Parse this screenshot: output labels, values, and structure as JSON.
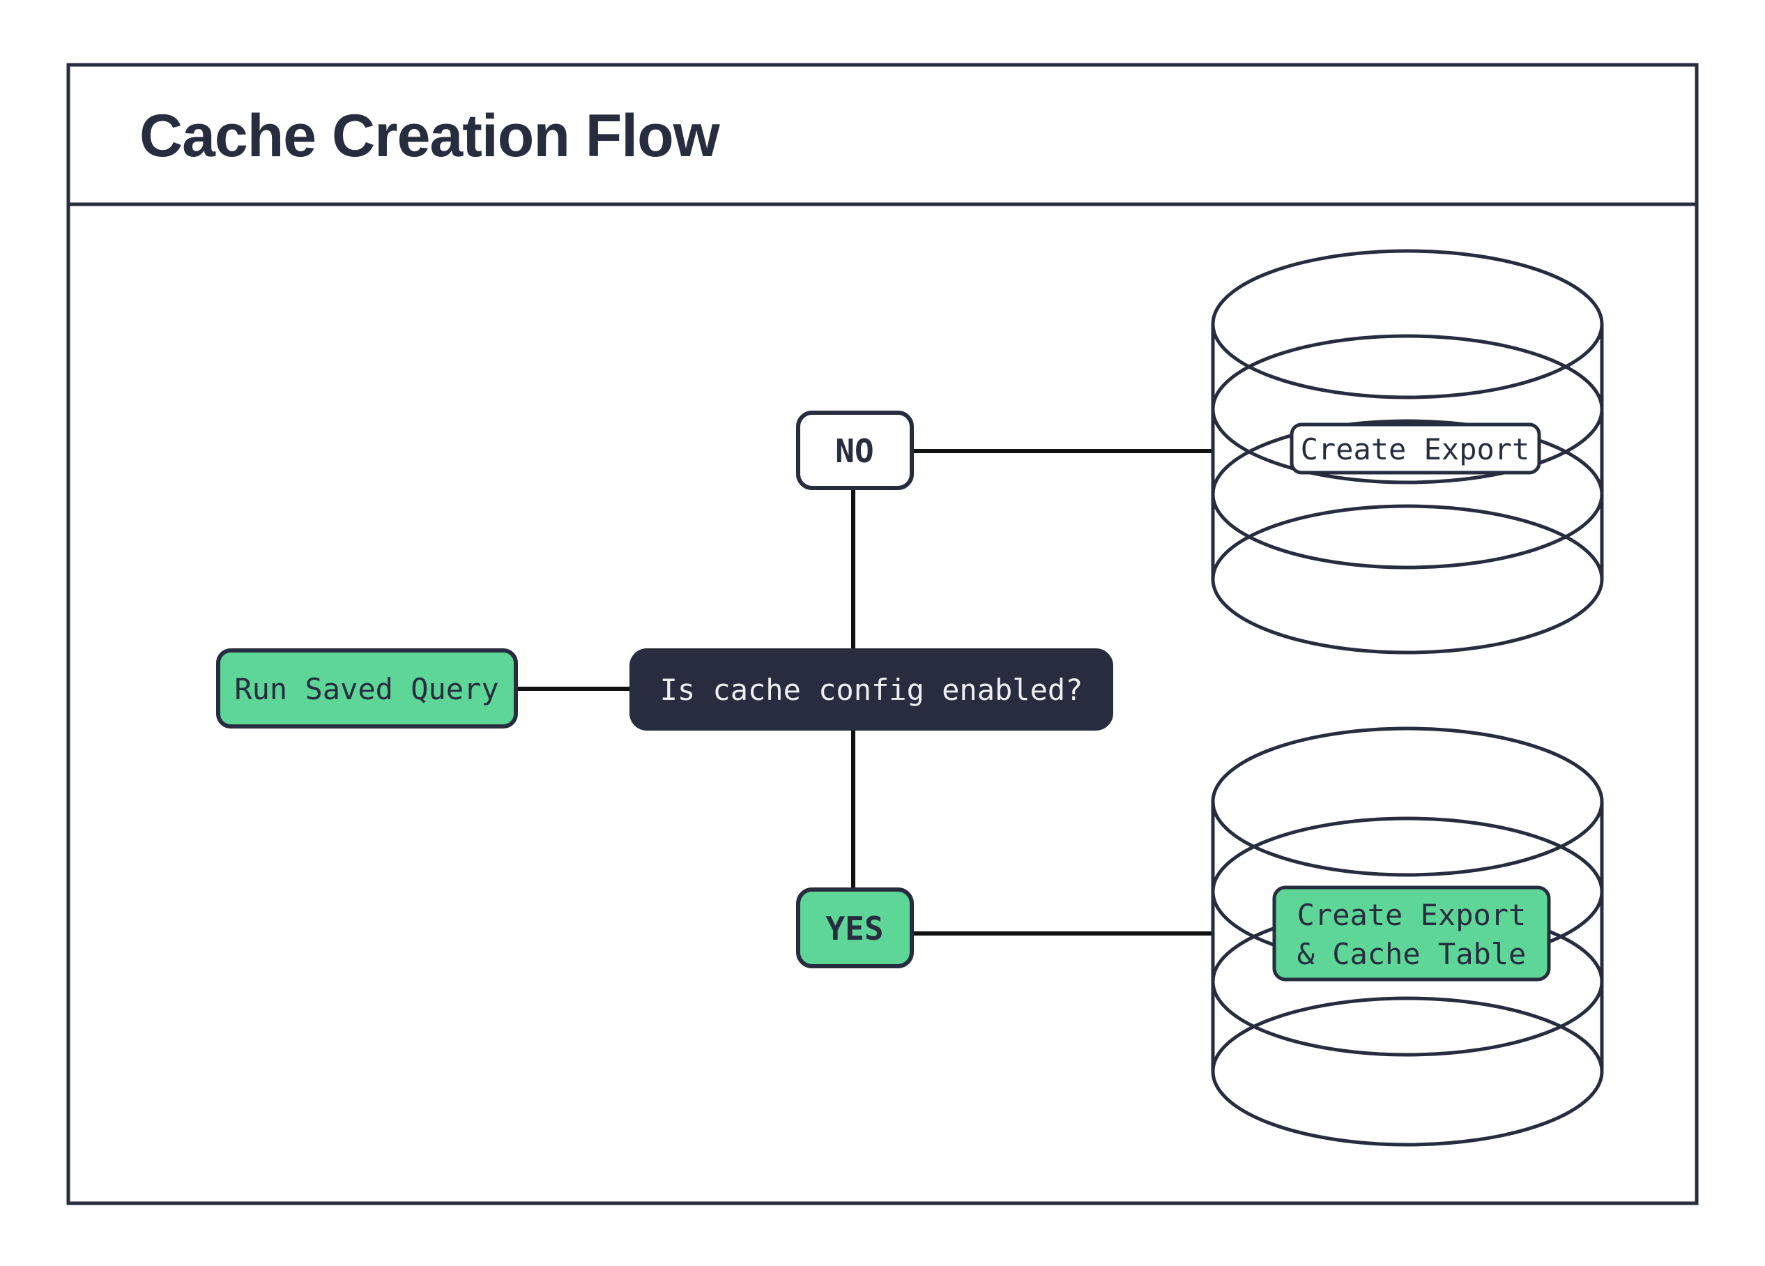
{
  "header": {
    "title": "Cache Creation Flow"
  },
  "flow": {
    "start_node": {
      "label": "Run Saved Query"
    },
    "decision_node": {
      "label": "Is cache config enabled?"
    },
    "branch_no": {
      "label": "NO"
    },
    "branch_yes": {
      "label": "YES"
    },
    "no_outcome": {
      "label": "Create Export"
    },
    "yes_outcome": {
      "lines": [
        "Create Export",
        "& Cache Table"
      ]
    }
  },
  "colors": {
    "navy": "#272d3f",
    "green": "#5dd698",
    "line": "#111111",
    "text_light": "#eceef1"
  }
}
